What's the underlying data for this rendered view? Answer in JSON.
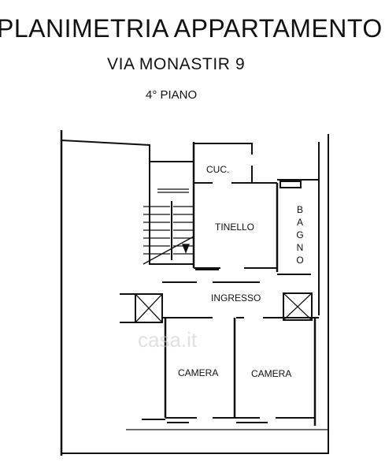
{
  "header": {
    "title": "PLANIMETRIA APPARTAMENTO",
    "address": "VIA MONASTIR 9",
    "floor": "4° PIANO"
  },
  "rooms": {
    "kitchen": "CUC.",
    "dining": "TINELLO",
    "bathroom": "BAGNO",
    "entrance": "INGRESSO",
    "bedroom_left": "CAMERA",
    "bedroom_right": "CAMERA"
  },
  "watermark": "casa.it"
}
